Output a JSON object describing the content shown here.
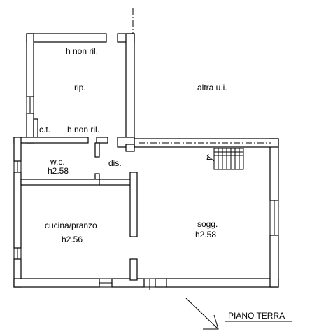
{
  "rooms": {
    "storage": {
      "height_top": "h non ril.",
      "name": "rip."
    },
    "other_unit": {
      "name": "altra u.i."
    },
    "boiler": {
      "name": "c.t.",
      "height": "h non ril."
    },
    "wc": {
      "name": "w.c.",
      "height": "h2.58"
    },
    "hall": {
      "name": "dis."
    },
    "kitchen": {
      "name": "cucina/pranzo",
      "height": "h2.56"
    },
    "living": {
      "name": "sogg.",
      "height": "h2.58"
    }
  },
  "title": "PIANO TERRA",
  "icons": {
    "north_arrow": "north-arrow-icon",
    "staircase": "staircase-icon"
  },
  "colors": {
    "ink": "#000000",
    "background": "#ffffff"
  }
}
